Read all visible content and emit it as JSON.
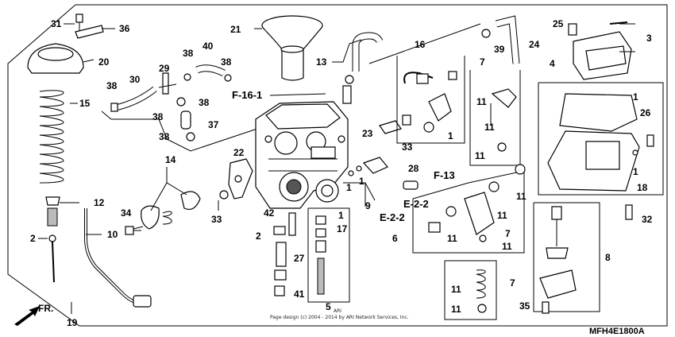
{
  "callouts": {
    "c1": "1",
    "c2": "2",
    "c3": "3",
    "c4": "4",
    "c5": "5",
    "c6": "6",
    "c7": "7",
    "c8": "8",
    "c9": "9",
    "c10": "10",
    "c11": "11",
    "c12": "12",
    "c13": "13",
    "c14": "14",
    "c15": "15",
    "c16": "16",
    "c17": "17",
    "c18": "18",
    "c19": "19",
    "c20": "20",
    "c21": "21",
    "c22": "22",
    "c23": "23",
    "c24": "24",
    "c25": "25",
    "c26": "26",
    "c27": "27",
    "c28": "28",
    "c29": "29",
    "c30": "30",
    "c31": "31",
    "c32": "32",
    "c33": "33",
    "c34": "34",
    "c35": "35",
    "c36": "36",
    "c37": "37",
    "c38": "38",
    "c39": "39",
    "c40": "40",
    "c41": "41",
    "c42": "42"
  },
  "refs": {
    "f161": "F-16-1",
    "f13": "F-13",
    "e22": "E-2-2"
  },
  "fr_label": "FR.",
  "copyright": "Page design (c) 2004 - 2014 by ARI Network Services, Inc.",
  "watermark_small": "ARI",
  "diagram_code": "MFH4E1800A"
}
